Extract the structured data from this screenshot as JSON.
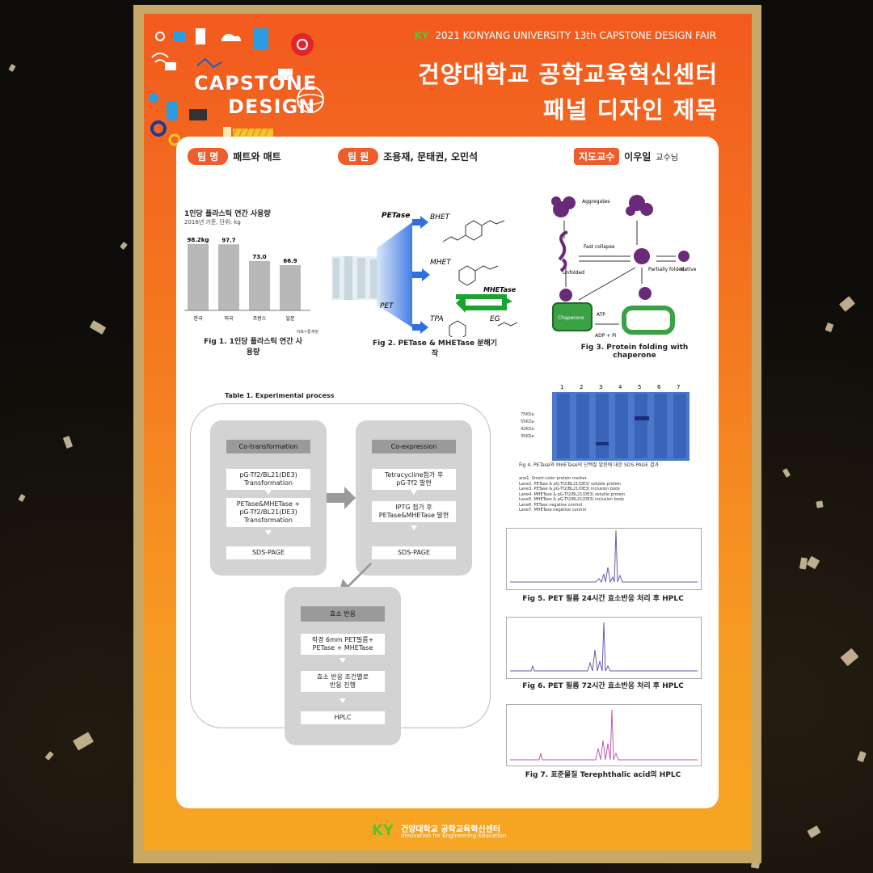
{
  "header": {
    "logo_text_line1": "CAPSTONE",
    "logo_text_line2": "DESIGN",
    "fair_logo": "KY",
    "fair_title": "2021 KONYANG UNIVERSITY 13th CAPSTONE DESIGN FAIR",
    "title_line1": "건양대학교 공학교육혁신센터",
    "title_line2": "패널 디자인 제목"
  },
  "team": {
    "team_tag": "팀 명",
    "team_name": "패트와 매트",
    "members_tag": "팀 원",
    "members": "조용재, 문태권, 오민석",
    "advisor_tag": "지도교수",
    "advisor": "이우일",
    "advisor_suffix": "교수님"
  },
  "fig1": {
    "title": "1인당 플라스틱 연간 사용량",
    "subtitle": "2016년 기준, 단위: kg",
    "source": "자료=통계청",
    "caption": "Fig 1. 1인당 플라스틱 연간 사용량"
  },
  "chart_data": {
    "type": "bar",
    "title": "1인당 플라스틱 연간 사용량",
    "categories": [
      "한국",
      "미국",
      "프랑스",
      "일본"
    ],
    "values": [
      98.2,
      97.7,
      73.0,
      66.9
    ],
    "value_labels": [
      "98.2kg",
      "97.7",
      "73.0",
      "66.9"
    ],
    "unit": "kg",
    "ylim": [
      0,
      110
    ]
  },
  "fig2": {
    "petase": "PETase",
    "bhet": "BHET",
    "mhet": "MHET",
    "mhetase": "MHETase",
    "tpa": "TPA",
    "eg": "EG",
    "pet": "PET",
    "caption": "Fig 2. PETase & MHETase 분해기작"
  },
  "fig3": {
    "aggregates": "Aggregates",
    "unfolded": "Unfolded",
    "fast_collapse": "Fast collapse",
    "partially_folded": "Partially folded",
    "native": "Native",
    "chaperone": "Chaperone",
    "atp": "ATP",
    "adp": "ADP + Pi",
    "caption": "Fig 3. Protein folding with chaperone"
  },
  "table1": {
    "title": "Table 1. Experimental process",
    "groups": [
      {
        "head": "Co-transformation",
        "steps": [
          "pG-Tf2/BL21(DE3)\nTransformation",
          "PETase&MHETase +\npG-Tf2/BL21(DE3)\nTransformation",
          "SDS-PAGE"
        ]
      },
      {
        "head": "Co-expression",
        "steps": [
          "Tetracycline첨가 후\npG-Tf2 발현",
          "IPTG 첨가 후\nPETase&MHETase 발현",
          "SDS-PAGE"
        ]
      },
      {
        "head": "효소 반응",
        "steps": [
          "직경 6mm PET필름+\nPETase + MHETase",
          "효소 반응 조건별로\n반응 진행",
          "HPLC"
        ]
      }
    ]
  },
  "fig4": {
    "lanes": [
      "1",
      "2",
      "3",
      "4",
      "5",
      "6",
      "7"
    ],
    "markers": [
      "75KDa",
      "55KDa",
      "42KDa",
      "35KDa"
    ],
    "caption": "Fig 4. PETase와 MHETase의 단백질 발현에 대한 SDS-PAGE 결과",
    "legend": [
      "ane1. Smart-color protein marker",
      "Lane2. PETase & pG-Tf2/BL21(DE3) soluble protein",
      "Lane3. PETase & pG-Tf2/BL21(DE3) inclusion body",
      "Lane4. MHETase & pG-Tf2/BL21(DE3) soluble protein",
      "Lane5. MHETase & pG-Tf2/BL21(DE3) inclusion body",
      "Lane6. PETase negative control",
      "Lane7. MHETase negative control"
    ]
  },
  "fig5": {
    "caption": "Fig 5. PET 필름 24시간 효소반응 처리 후 HPLC"
  },
  "fig6": {
    "caption": "Fig 6. PET 필름 72시간 효소반응 처리 후 HPLC"
  },
  "fig7": {
    "caption": "Fig 7. 표준물질 Terephthalic acid의 HPLC"
  },
  "footer": {
    "logo": "KY",
    "name": "건양대학교 공학교육혁신센터",
    "subtitle": "Innovation for Engineering Education"
  }
}
